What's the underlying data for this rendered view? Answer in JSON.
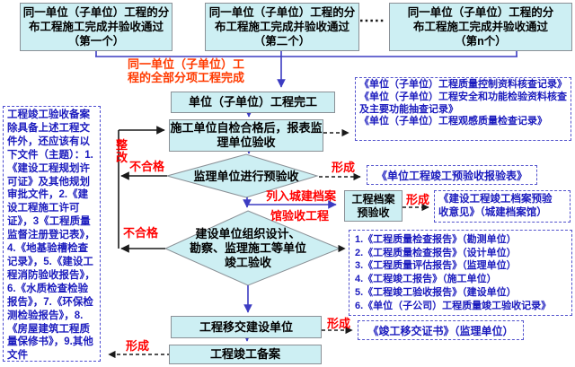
{
  "colors": {
    "process_box_fill": "#cdeff3",
    "process_box_border": "#8a9096",
    "document_box_border": "#5353cd",
    "document_text": "#1b1bbe",
    "flow_arrow": "#3c3cc2",
    "loop_arrow": "#1a1a1a",
    "red_label": "#ff0000",
    "orange_red_label": "#ff3a00"
  },
  "top_row": {
    "box1": "同一单位（子单位）工程的分\n布工程施工完成并验收通过\n（第一个）",
    "box2": "同一单位（子单位）工程的分\n布工程施工完成并验收通过\n（第二个）",
    "box3": "同一单位（子单位）工程的分\n布工程施工完成并验收通过\n（第n个）"
  },
  "labels": {
    "all_done": "同一单位（子单位）工\n程的全部分项工程完成",
    "rectify": "整改",
    "fail_upper": "不合格",
    "fail_lower": "不合格",
    "form_report": "形成",
    "form_opinion": "形成",
    "form_cert": "形成",
    "form_filing": "形成",
    "archive_line1": "列入城建档案",
    "archive_line2": "馆验收工程"
  },
  "flow": {
    "complete": "单位（子单位）工程完工",
    "self_check": "施工单位自检合格后，报表监\n理单位验收",
    "pre_check": "监理单位进行预验收",
    "final_check": "建设单位组织设计、\n勘察、监理施工等单位\n竣工验收",
    "archive_precheck": "工程档案\n预验收",
    "handover": "工程移交建设单位",
    "filing": "工程竣工备案"
  },
  "documents": {
    "unit_records": [
      "《单位（子单位）工程质量控制资料核查记录》",
      "《单位（子单位）工程安全和功能检验资料核查及主要功能抽查记录》",
      "《单位（子单位）工程观感质量检查记录》"
    ],
    "pre_acceptance_form": "《单位工程竣工预验收报验表》",
    "archive_opinion": "《建设工程竣工档案预验\n收意见》（城建档案馆）",
    "acceptance_reports": [
      "1.《工程质量检查报告》（勘测单位）",
      "2.《工程质量检查报告》（设计单位）",
      "3.《工程质量评估报告》（监理单位）",
      "4.《工程竣工报告》（施工单位）",
      "5.《工程竣工验收报告》（建设单位）",
      "6.《单位（子公司）工程质量竣工验收记录》"
    ],
    "handover_cert": "《竣工移交证书》（监理单位）"
  },
  "left_panel": {
    "text": "工程竣工验收备案除具备上述工程文件外，还应该有以下文件（主题）：1.《建设工程规划许可证》及其他规划审批文件，2.《建设工程施工许可证》，3《工程质量监督注册登记表》，4.《地基验槽检查记录》，5.《建设工程消防验收报告》，6.《水质检查检验报告》，7.《环保检测检验报告》，8.《房屋建筑工程质量保修书》，9.其他文件"
  }
}
